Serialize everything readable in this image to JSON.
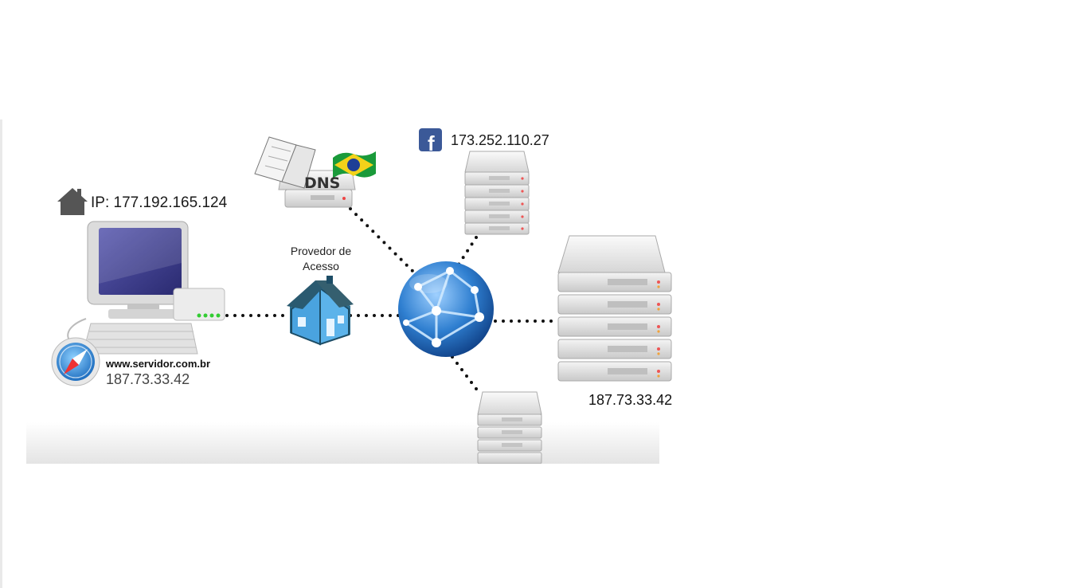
{
  "client": {
    "ip_label": "IP: 177.192.165.124",
    "domain": "www.servidor.com.br",
    "domain_ip": "187.73.33.42"
  },
  "dns": {
    "label": "DNS"
  },
  "isp": {
    "label": "Provedor de Acesso"
  },
  "facebook": {
    "ip": "173.252.110.27"
  },
  "target_server": {
    "ip": "187.73.33.42"
  },
  "colors": {
    "globe": "#2f7fd0",
    "isp_house": "#4aa3df",
    "facebook": "#3b5998",
    "monitor_screen": "#3a3a8c"
  },
  "icons": [
    "home-icon",
    "safari-compass-icon",
    "facebook-icon",
    "brazil-flag-icon",
    "book-icon",
    "globe-icon"
  ]
}
